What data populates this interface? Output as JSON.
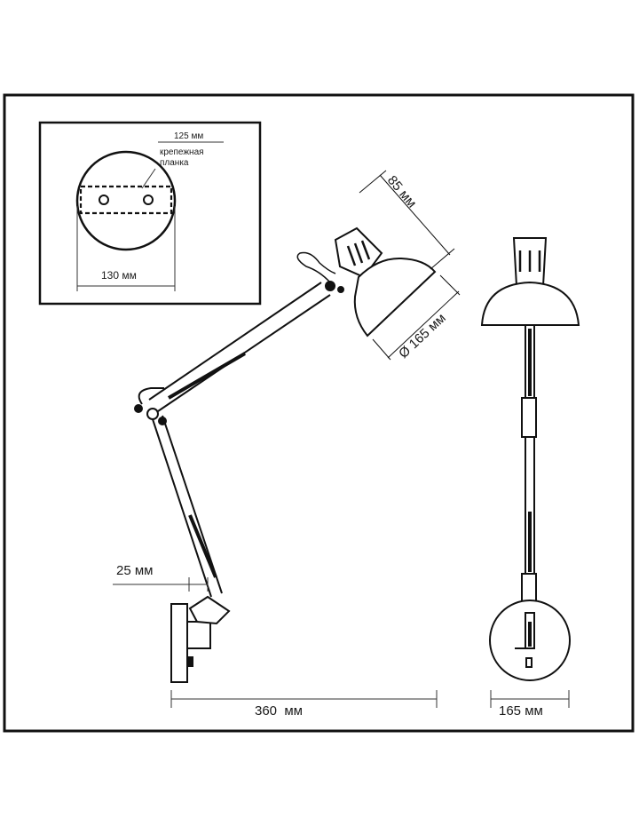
{
  "inset": {
    "mount_size": "125 мм",
    "plate_label_line1": "крепежная",
    "plate_label_line2": "планка",
    "base_diameter": "130 мм"
  },
  "side_view": {
    "head_depth": "85 мм",
    "shade_diameter": "Ø 165 мм",
    "wall_offset": "25 мм",
    "reach": "360  мм"
  },
  "front_view": {
    "width": "165 мм"
  },
  "colors": {
    "line": "#1a1a1a",
    "frame": "#111111",
    "background": "#ffffff"
  }
}
